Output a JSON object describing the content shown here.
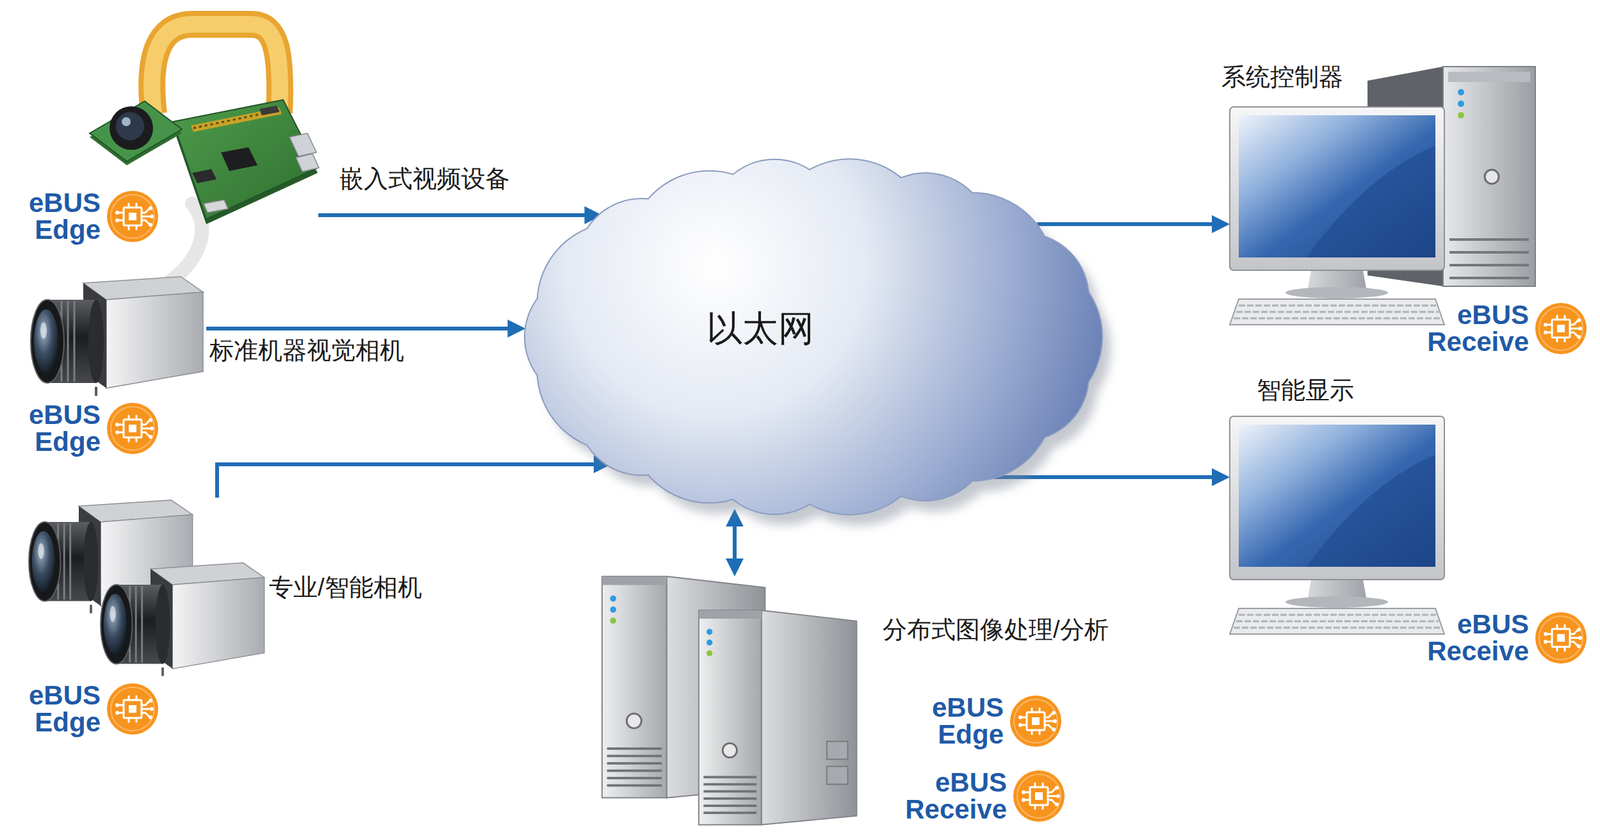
{
  "diagram": {
    "nodes": [
      {
        "text": [
          "嵌入式视频设备"
        ]
      },
      {
        "text": [
          "系统控制器"
        ]
      },
      {
        "text": [
          "标准机器视觉相机"
        ]
      },
      {
        "text": [
          "以太网"
        ]
      },
      {
        "text": [
          "智能显示"
        ]
      },
      {
        "text": [
          "专业/智能相机"
        ]
      },
      {
        "text": [
          "分布式图像处理/分析"
        ]
      }
    ],
    "edges": [
      {
        "from": 0,
        "to": 3,
        "arrow": "to"
      },
      {
        "from": 2,
        "to": 3,
        "arrow": "to"
      },
      {
        "from": 5,
        "to": 3,
        "arrow": "to"
      },
      {
        "from": 3,
        "to": 1,
        "arrow": "to"
      },
      {
        "from": 3,
        "to": 4,
        "arrow": "to"
      },
      {
        "from": 3,
        "to": 6,
        "arrow": "both"
      }
    ],
    "labels": [
      "eBUS Edge",
      "eBUS Receive",
      "eBUS Edge",
      "eBUS Receive",
      "eBUS Edge",
      "eBUS Edge",
      "eBUS Receive"
    ]
  }
}
